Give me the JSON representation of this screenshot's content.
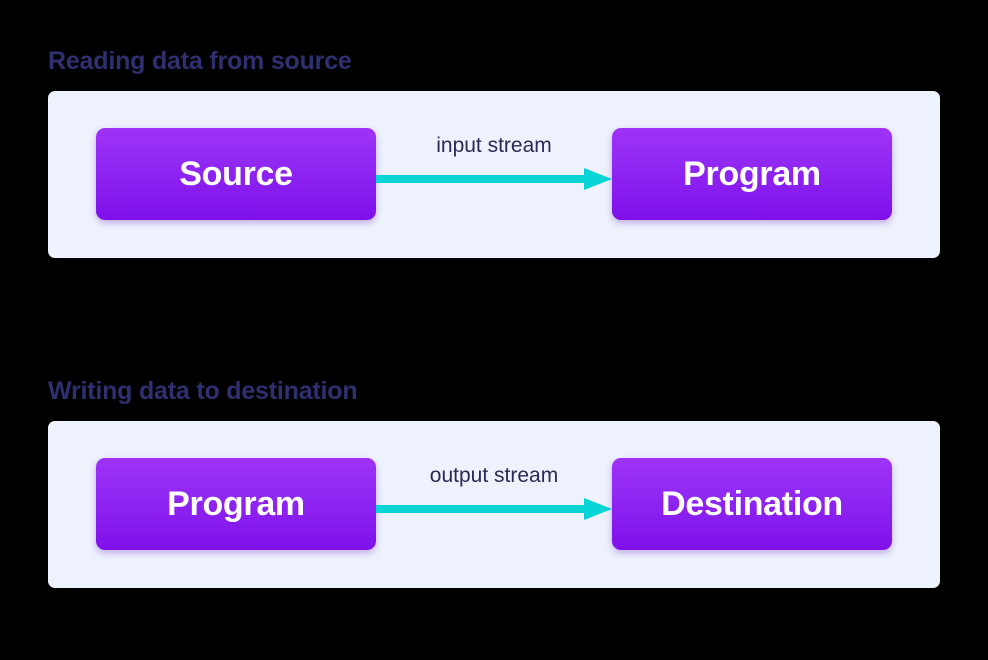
{
  "page": {
    "background_color": "#000000",
    "panel_color": "#eef2fc",
    "title_color": "#2e3070",
    "node_gradient_top": "#9f32f6",
    "node_gradient_bottom": "#7f10ea",
    "node_text_color": "#ffffff",
    "arrow_color": "#07d4d4",
    "arrow_label_color": "#2a2a55"
  },
  "sections": [
    {
      "title": "Reading data from source",
      "source_node": "Source",
      "target_node": "Program",
      "arrow_label": "input stream",
      "arrow_direction": "left-to-right"
    },
    {
      "title": "Writing data to destination",
      "source_node": "Program",
      "target_node": "Destination",
      "arrow_label": "output stream",
      "arrow_direction": "left-to-right"
    }
  ]
}
